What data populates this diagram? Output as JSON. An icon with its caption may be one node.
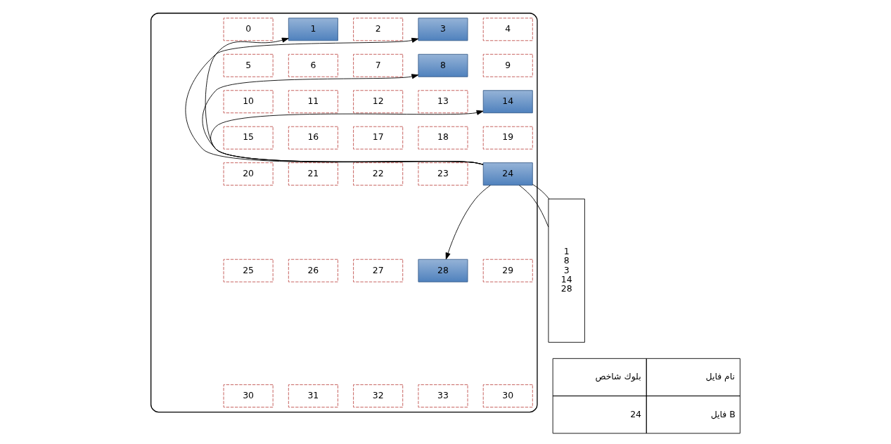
{
  "diagram": {
    "nodes": [
      {
        "text": [],
        "shape": "cylinder"
      },
      {
        "text": [
          "0"
        ],
        "in": 0
      },
      {
        "text": [
          "1"
        ],
        "in": 0
      },
      {
        "text": [
          "2"
        ],
        "in": 0
      },
      {
        "text": [
          "3"
        ],
        "in": 0
      },
      {
        "text": [
          "4"
        ],
        "in": 0
      },
      {
        "text": [
          "5"
        ],
        "in": 0
      },
      {
        "text": [
          "6"
        ],
        "in": 0
      },
      {
        "text": [
          "7"
        ],
        "in": 0
      },
      {
        "text": [
          "8"
        ],
        "in": 0
      },
      {
        "text": [
          "9"
        ],
        "in": 0
      },
      {
        "text": [
          "10"
        ],
        "in": 0
      },
      {
        "text": [
          "11"
        ],
        "in": 0
      },
      {
        "text": [
          "12"
        ],
        "in": 0
      },
      {
        "text": [
          "13"
        ],
        "in": 0
      },
      {
        "text": [
          "14"
        ],
        "in": 0
      },
      {
        "text": [
          "15"
        ],
        "in": 0
      },
      {
        "text": [
          "16"
        ],
        "in": 0
      },
      {
        "text": [
          "17"
        ],
        "in": 0
      },
      {
        "text": [
          "18"
        ],
        "in": 0
      },
      {
        "text": [
          "19"
        ],
        "in": 0
      },
      {
        "text": [
          "20"
        ],
        "in": 0
      },
      {
        "text": [
          "21"
        ],
        "in": 0
      },
      {
        "text": [
          "22"
        ],
        "in": 0
      },
      {
        "text": [
          "23"
        ],
        "in": 0
      },
      {
        "text": [
          "24"
        ],
        "in": 0
      },
      {
        "text": [
          "25"
        ],
        "in": 0
      },
      {
        "text": [
          "26"
        ],
        "in": 0
      },
      {
        "text": [
          "27"
        ],
        "in": 0
      },
      {
        "text": [
          "28"
        ],
        "in": 0
      },
      {
        "text": [
          "29"
        ],
        "in": 0
      },
      {
        "text": [
          "30"
        ],
        "in": 0
      },
      {
        "text": [
          "31"
        ],
        "in": 0
      },
      {
        "text": [
          "32"
        ],
        "in": 0
      },
      {
        "text": [
          "33"
        ],
        "in": 0
      },
      {
        "text": [
          "30"
        ],
        "in": 0
      },
      {
        "text": [
          "1",
          "8",
          "3",
          "14",
          "28"
        ]
      }
    ],
    "edges": [
      {
        "from": 25,
        "to": 2,
        "arrow": "to"
      },
      {
        "from": 25,
        "to": 9,
        "arrow": "to"
      },
      {
        "from": 25,
        "to": 4,
        "arrow": "to"
      },
      {
        "from": 25,
        "to": 15,
        "arrow": "to"
      },
      {
        "from": 25,
        "to": 29,
        "arrow": "to"
      },
      {
        "from": 25,
        "to": 36,
        "arrow": "none"
      },
      {
        "from": 25,
        "to": 36,
        "arrow": "none"
      }
    ],
    "labels": [
      "نام فايل",
      "بلوك شاخص",
      "فايل B",
      "24"
    ]
  }
}
